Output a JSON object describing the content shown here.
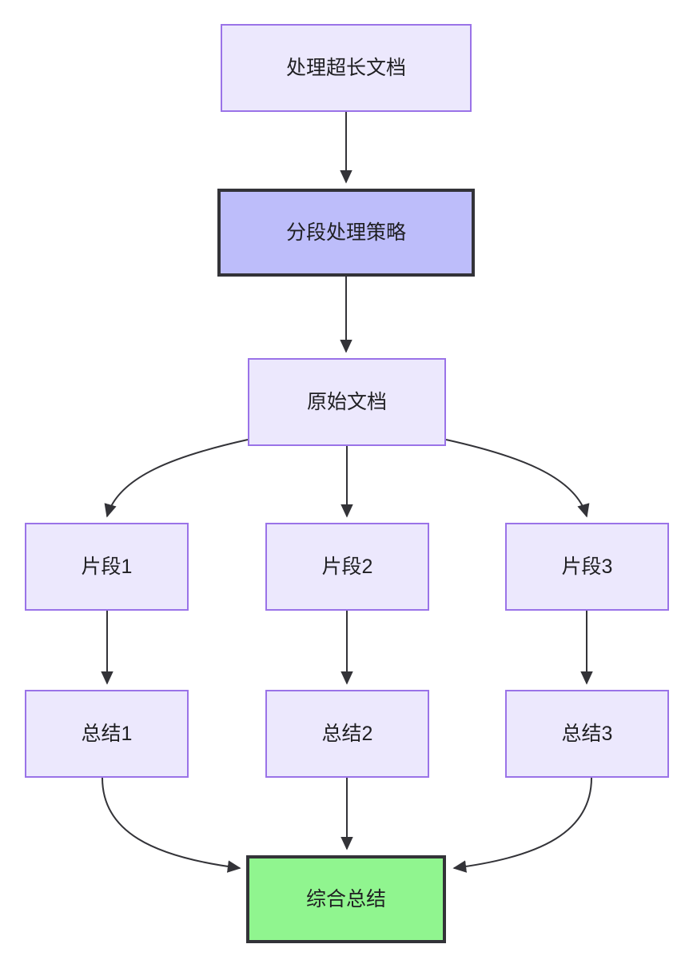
{
  "diagram": {
    "type": "flowchart",
    "direction": "top-to-bottom",
    "background_color": "#ffffff",
    "nodes": [
      {
        "id": "start",
        "label": "处理超长文档",
        "style": "lavender",
        "fill": "#ece8fd",
        "stroke": "#9a73e8"
      },
      {
        "id": "strategy",
        "label": "分段处理策略",
        "style": "periwinkle",
        "fill": "#bdbdfa",
        "stroke": "#333338"
      },
      {
        "id": "source",
        "label": "原始文档",
        "style": "lavender",
        "fill": "#ece8fd",
        "stroke": "#9a73e8"
      },
      {
        "id": "chunk1",
        "label": "片段1",
        "style": "lavender",
        "fill": "#ece8fd",
        "stroke": "#9a73e8"
      },
      {
        "id": "chunk2",
        "label": "片段2",
        "style": "lavender",
        "fill": "#ece8fd",
        "stroke": "#9a73e8"
      },
      {
        "id": "chunk3",
        "label": "片段3",
        "style": "lavender",
        "fill": "#ece8fd",
        "stroke": "#9a73e8"
      },
      {
        "id": "summary1",
        "label": "总结1",
        "style": "lavender",
        "fill": "#ece8fd",
        "stroke": "#9a73e8"
      },
      {
        "id": "summary2",
        "label": "总结2",
        "style": "lavender",
        "fill": "#ece8fd",
        "stroke": "#9a73e8"
      },
      {
        "id": "summary3",
        "label": "总结3",
        "style": "lavender",
        "fill": "#ece8fd",
        "stroke": "#9a73e8"
      },
      {
        "id": "final",
        "label": "综合总结",
        "style": "green",
        "fill": "#90f58f",
        "stroke": "#333338"
      }
    ],
    "edges": [
      {
        "from": "start",
        "to": "strategy",
        "label": "",
        "shape": "straight"
      },
      {
        "from": "strategy",
        "to": "source",
        "label": "",
        "shape": "straight"
      },
      {
        "from": "source",
        "to": "chunk1",
        "label": "",
        "shape": "curve"
      },
      {
        "from": "source",
        "to": "chunk2",
        "label": "",
        "shape": "straight"
      },
      {
        "from": "source",
        "to": "chunk3",
        "label": "",
        "shape": "curve"
      },
      {
        "from": "chunk1",
        "to": "summary1",
        "label": "",
        "shape": "straight"
      },
      {
        "from": "chunk2",
        "to": "summary2",
        "label": "",
        "shape": "straight"
      },
      {
        "from": "chunk3",
        "to": "summary3",
        "label": "",
        "shape": "straight"
      },
      {
        "from": "summary1",
        "to": "final",
        "label": "",
        "shape": "curve"
      },
      {
        "from": "summary2",
        "to": "final",
        "label": "",
        "shape": "straight"
      },
      {
        "from": "summary3",
        "to": "final",
        "label": "",
        "shape": "curve"
      }
    ],
    "edge_color": "#333338"
  }
}
